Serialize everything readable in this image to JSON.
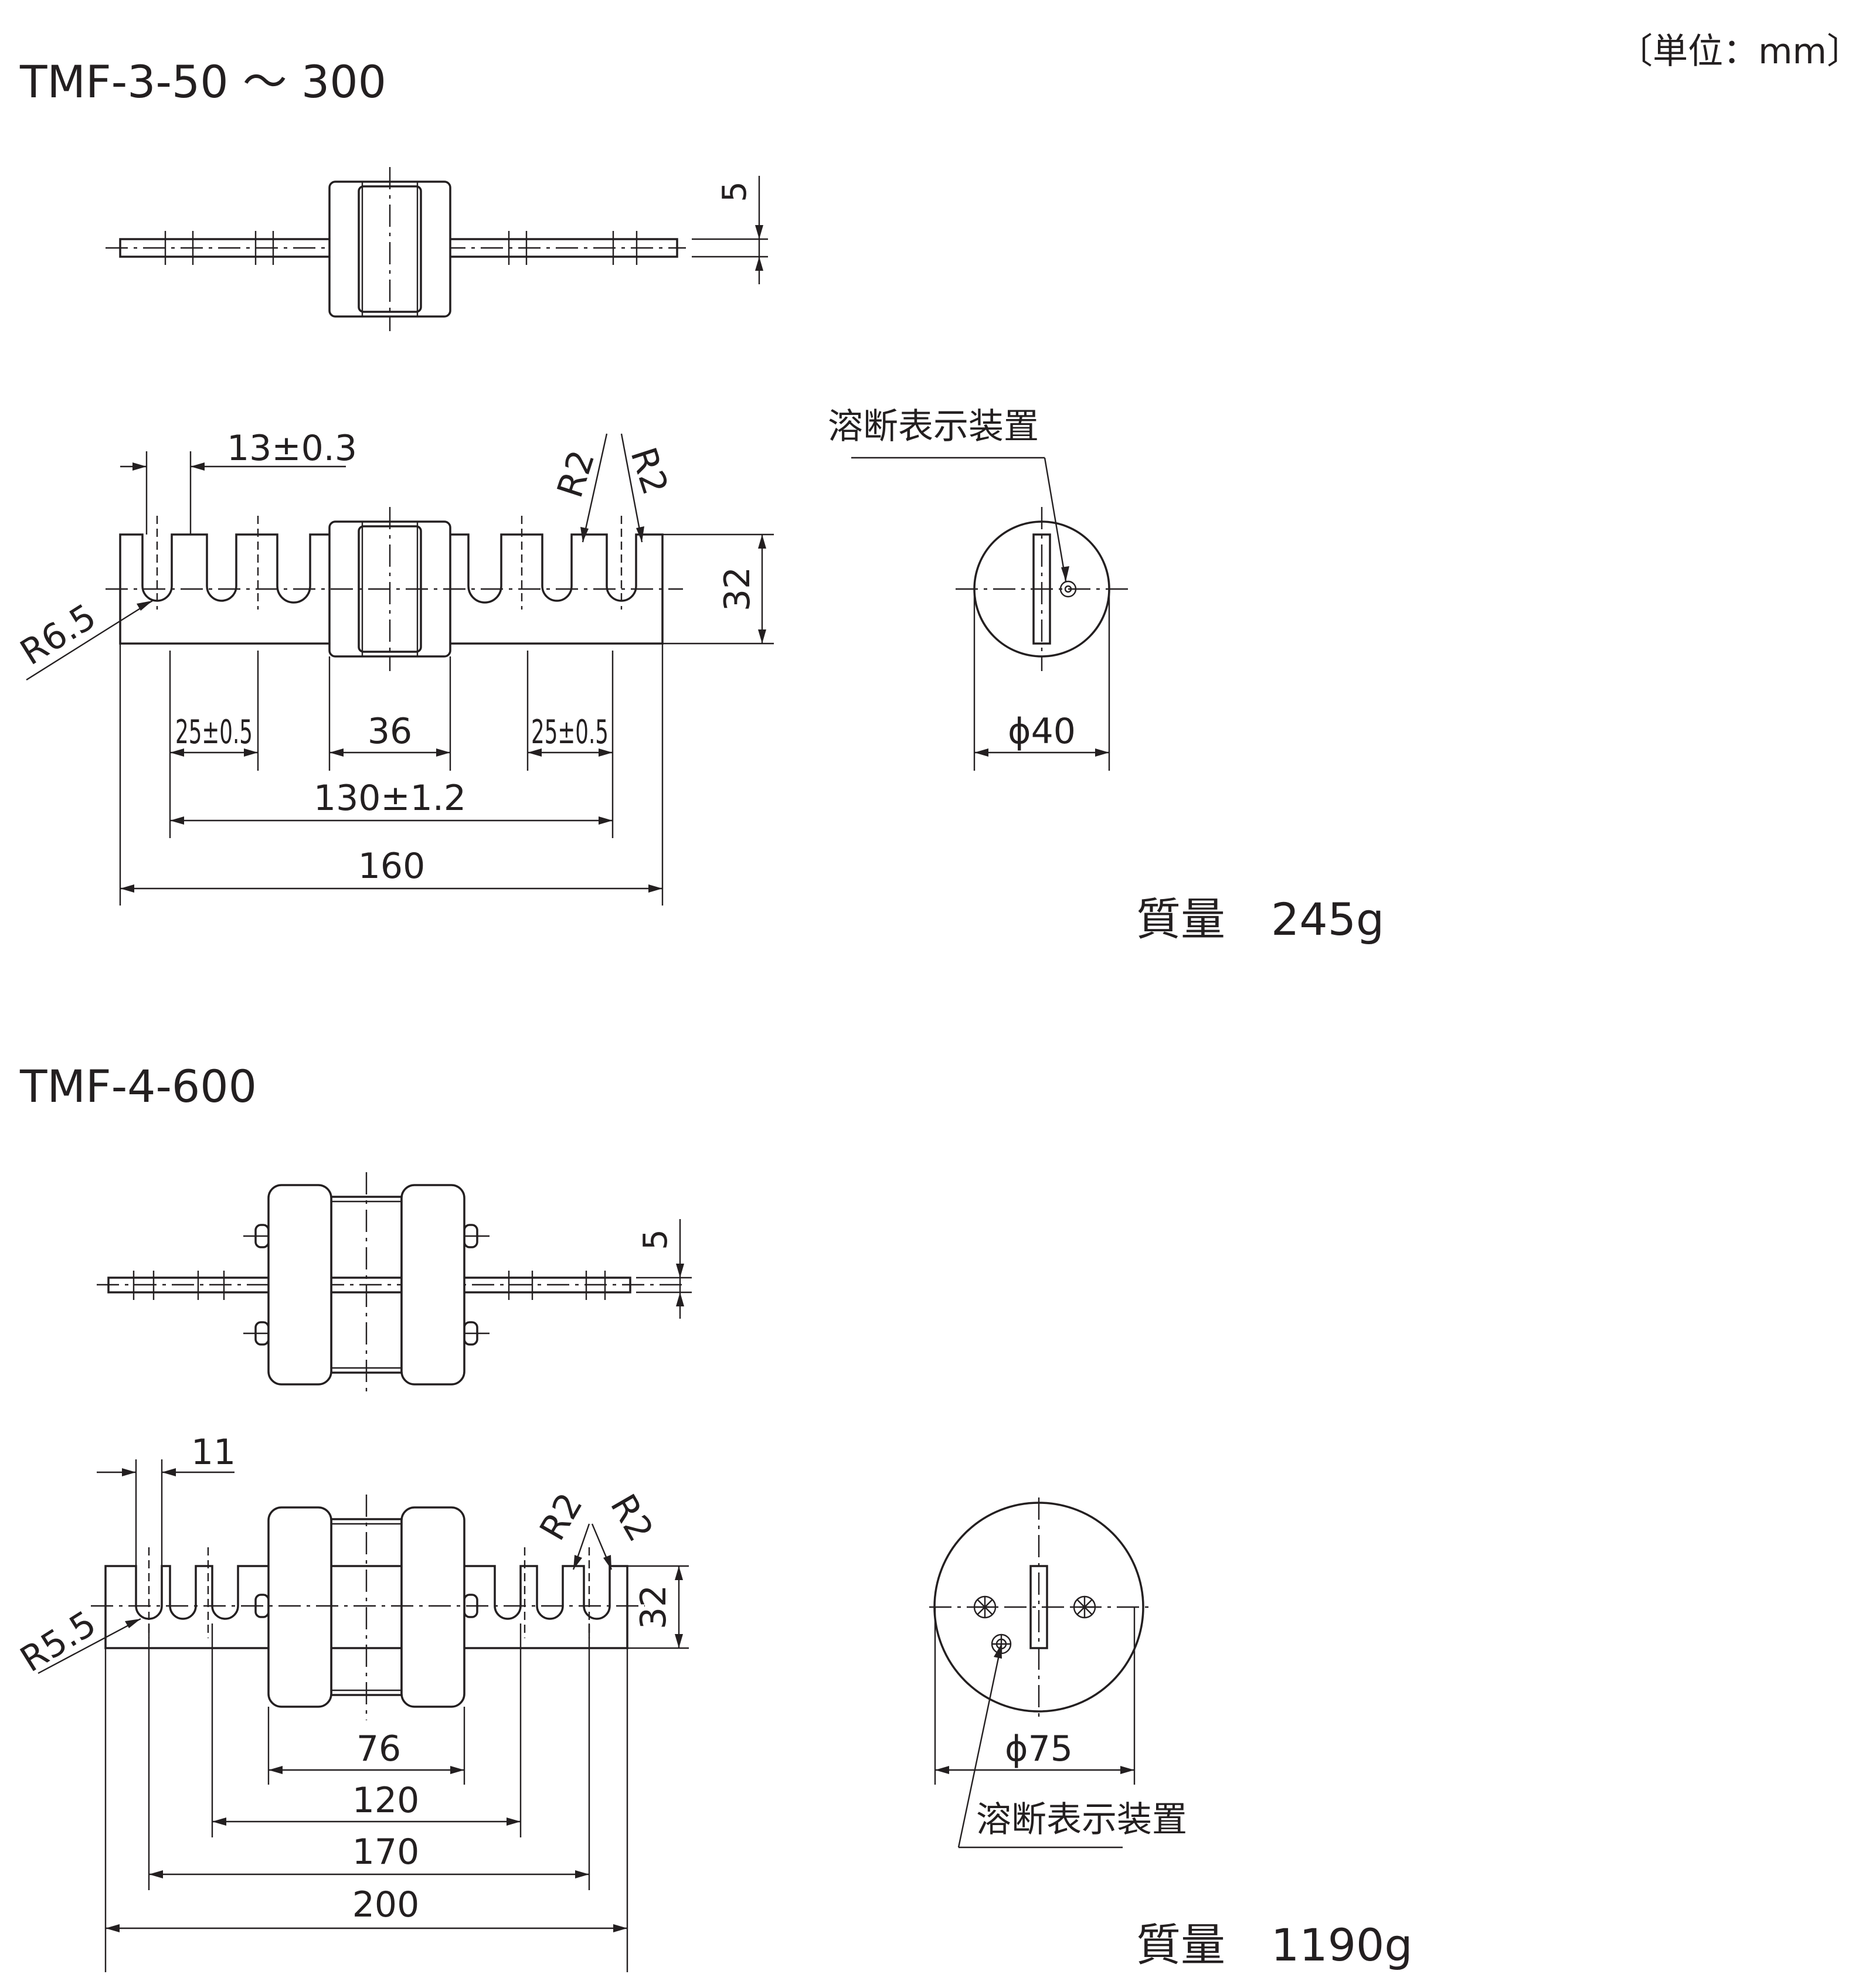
{
  "unit_note": "〔単位：mm〕",
  "fuse_a": {
    "title": "TMF-3-50 ～ 300",
    "dim_5": "5",
    "dim_13": "13±0.3",
    "r2_left": "R2",
    "r2_right": "R2",
    "r65": "R6.5",
    "dim_32": "32",
    "dim_25_left": "25±0.5",
    "dim_36": "36",
    "dim_25_right": "25±0.5",
    "dim_130": "130±1.2",
    "dim_160": "160",
    "indicator_label": "溶断表示装置",
    "dia": "ϕ40",
    "mass_label": "質量",
    "mass_value": "245g"
  },
  "fuse_b": {
    "title": "TMF-4-600",
    "dim_5": "5",
    "dim_11": "11",
    "r2_left": "R2",
    "r2_right": "R2",
    "r55": "R5.5",
    "dim_32": "32",
    "dim_76": "76",
    "dim_120": "120",
    "dim_170": "170",
    "dim_200": "200",
    "dia": "ϕ75",
    "indicator_label": "溶断表示装置",
    "mass_label": "質量",
    "mass_value": "1190g"
  }
}
